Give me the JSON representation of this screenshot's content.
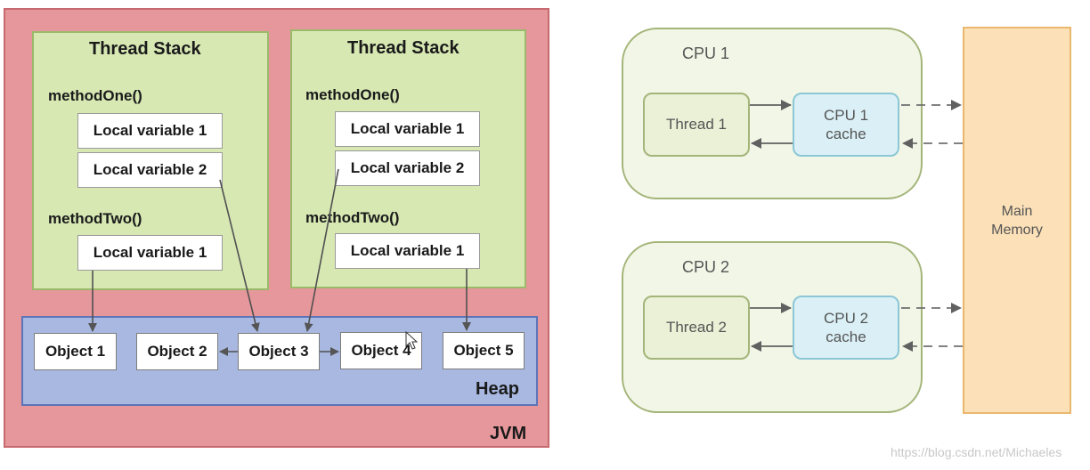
{
  "jvm": {
    "label": "JVM",
    "heap_label": "Heap",
    "stacks": [
      {
        "title": "Thread Stack",
        "method_one": "methodOne()",
        "method_one_vars": [
          "Local variable 1",
          "Local variable 2"
        ],
        "method_two": "methodTwo()",
        "method_two_vars": [
          "Local variable 1"
        ]
      },
      {
        "title": "Thread Stack",
        "method_one": "methodOne()",
        "method_one_vars": [
          "Local variable 1",
          "Local variable 2"
        ],
        "method_two": "methodTwo()",
        "method_two_vars": [
          "Local variable 1"
        ]
      }
    ],
    "objects": [
      "Object 1",
      "Object 2",
      "Object 3",
      "Object 4",
      "Object 5"
    ]
  },
  "memory_model": {
    "cpus": [
      {
        "label": "CPU 1",
        "thread": "Thread 1",
        "cache_line1": "CPU 1",
        "cache_line2": "cache"
      },
      {
        "label": "CPU 2",
        "thread": "Thread 2",
        "cache_line1": "CPU 2",
        "cache_line2": "cache"
      }
    ],
    "main_memory_line1": "Main",
    "main_memory_line2": "Memory"
  },
  "watermark": "https://blog.csdn.net/Michaeles"
}
